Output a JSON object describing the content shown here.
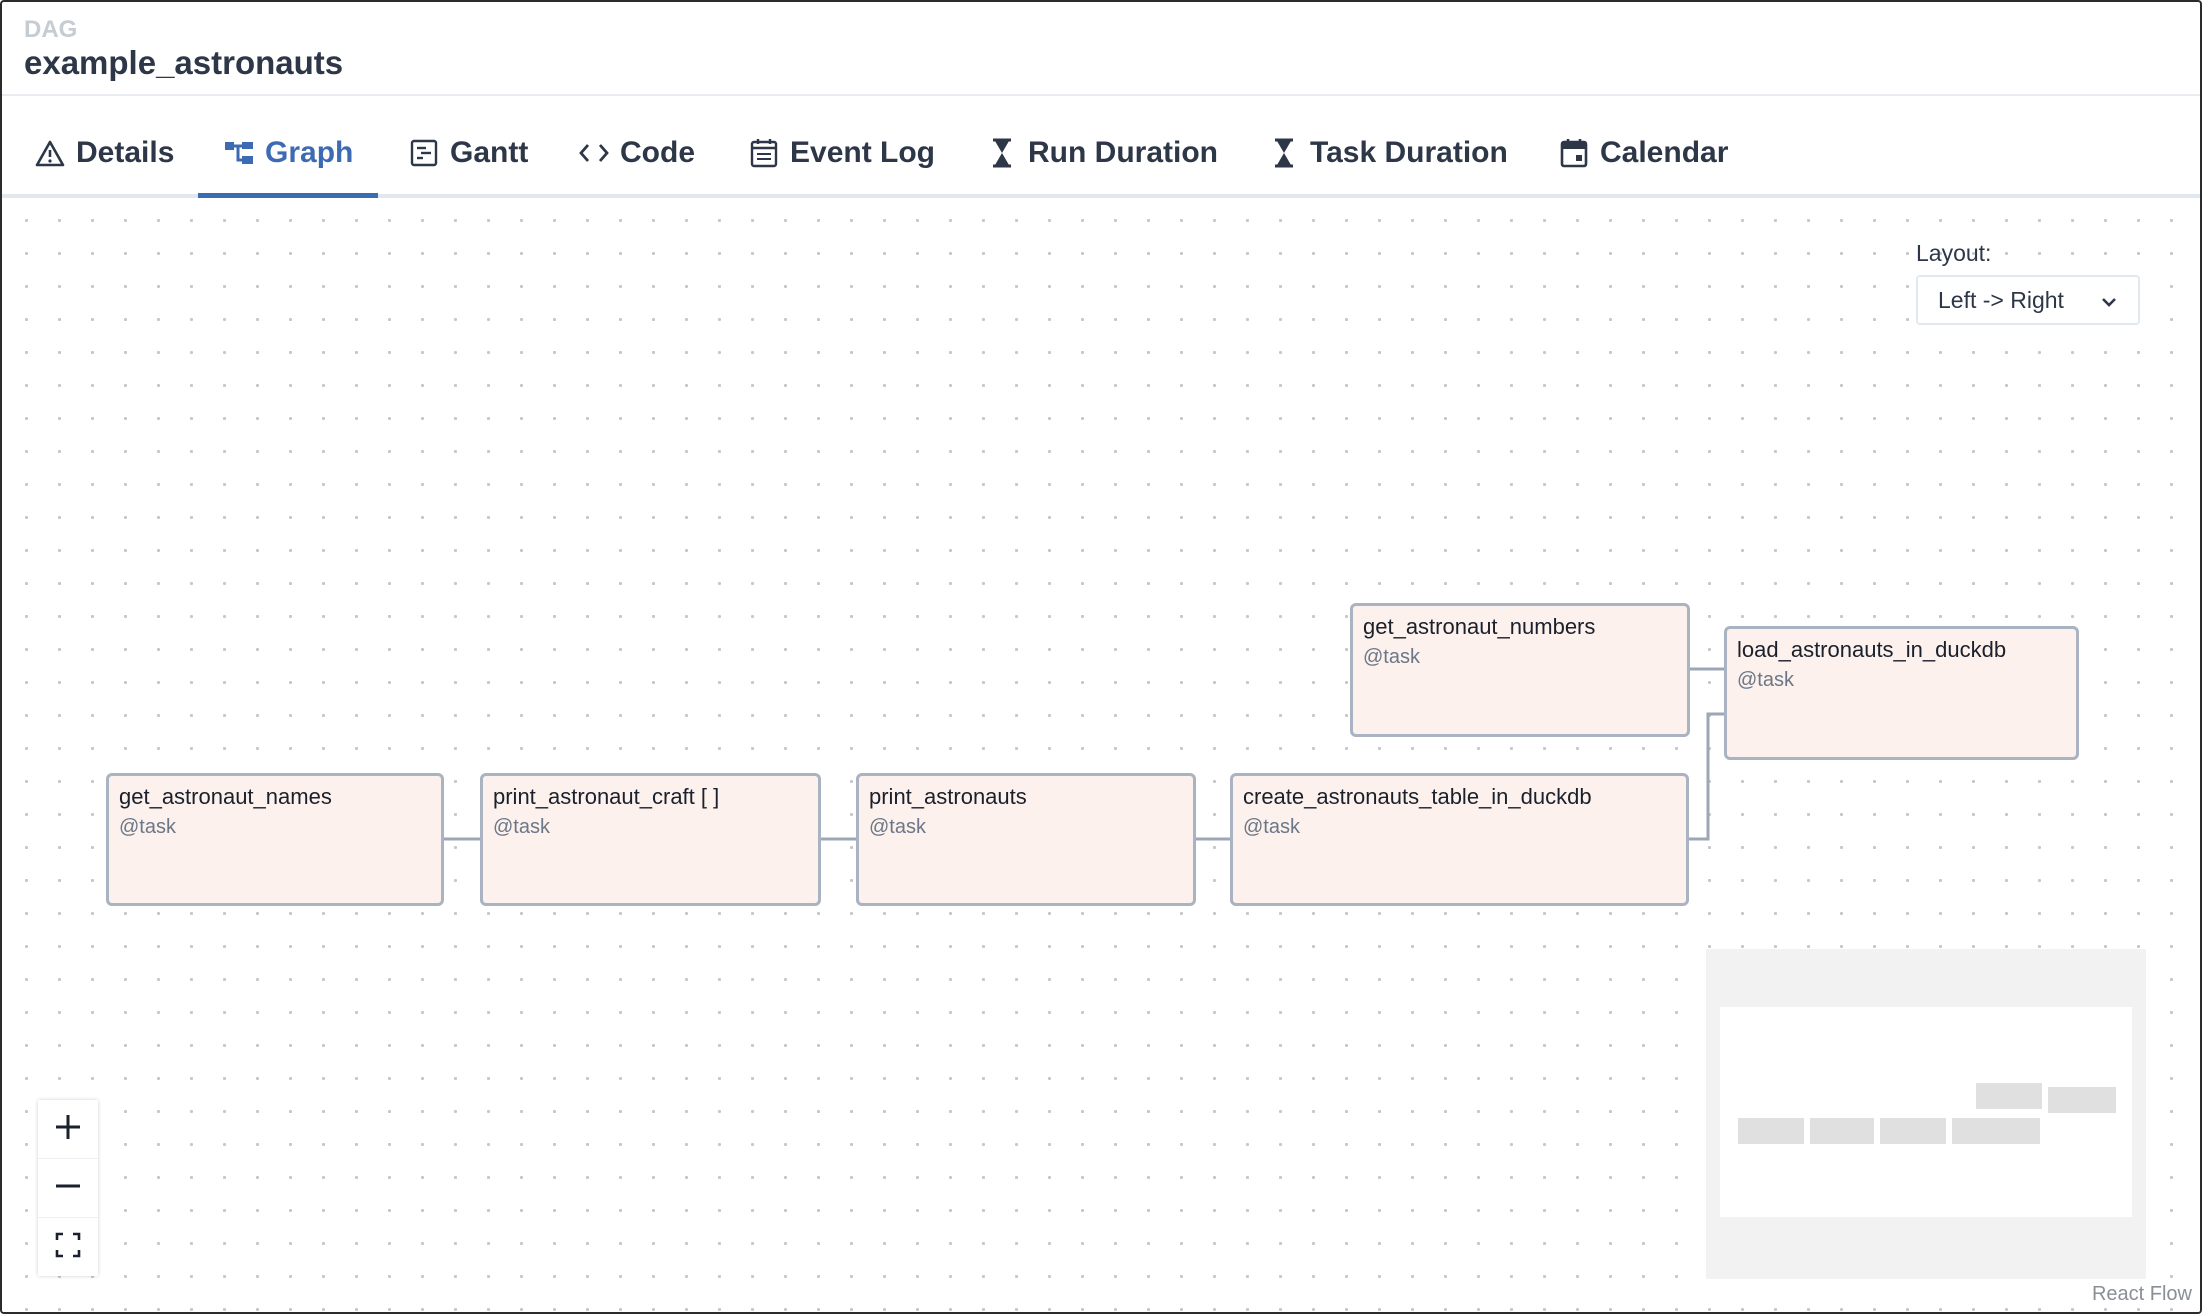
{
  "header": {
    "label": "DAG",
    "title": "example_astronauts"
  },
  "tabs": [
    {
      "label": "Details",
      "icon": "warning-triangle-icon"
    },
    {
      "label": "Graph",
      "icon": "graph-icon",
      "active": true
    },
    {
      "label": "Gantt",
      "icon": "gantt-icon"
    },
    {
      "label": "Code",
      "icon": "code-icon"
    },
    {
      "label": "Event Log",
      "icon": "log-icon"
    },
    {
      "label": "Run Duration",
      "icon": "hourglass-icon"
    },
    {
      "label": "Task Duration",
      "icon": "hourglass-icon"
    },
    {
      "label": "Calendar",
      "icon": "calendar-icon"
    }
  ],
  "layout": {
    "label": "Layout:",
    "value": "Left -> Right"
  },
  "nodes": [
    {
      "name": "get_astronaut_names",
      "type": "@task"
    },
    {
      "name": "print_astronaut_craft [ ]",
      "type": "@task"
    },
    {
      "name": "print_astronauts",
      "type": "@task"
    },
    {
      "name": "create_astronauts_table_in_duckdb",
      "type": "@task"
    },
    {
      "name": "get_astronaut_numbers",
      "type": "@task"
    },
    {
      "name": "load_astronauts_in_duckdb",
      "type": "@task"
    }
  ],
  "attribution": "React Flow",
  "colors": {
    "accent": "#3d6bb3",
    "node_fill": "#fcf1ec",
    "node_border": "#a9b3c1"
  }
}
